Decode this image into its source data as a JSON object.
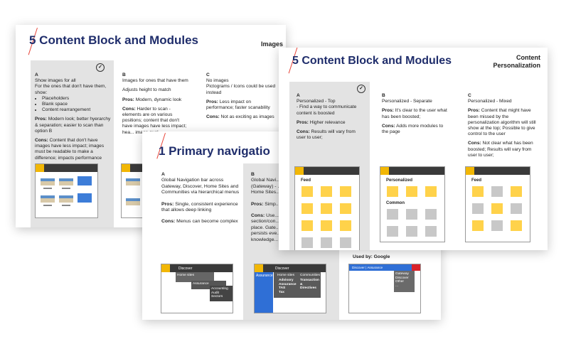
{
  "slide_images": {
    "title": "5 Content Block and Modules",
    "corner_label": "Images",
    "col_a": {
      "letter": "A",
      "intro": "Show images for all",
      "intro2": "For the ones that don't have them, show:",
      "bullets": [
        "Placeholders",
        "Blank space",
        "Content rearrangement"
      ],
      "pros_label": "Pros:",
      "pros": "Modern look; better hyerarchy & separation; easier to scan than option B",
      "cons_label": "Cons:",
      "cons": "Content that don't have images have less impact; images must be readable to make a difference; impacts performance"
    },
    "col_b": {
      "letter": "B",
      "intro": "Images for ones that have them",
      "adjust": "Adjusts height to match",
      "pros_label": "Pros:",
      "pros": "Modern, dynamic look",
      "cons_label": "Cons:",
      "cons": "Harder to scan - elements are on various positions; content that don't have images have less impact; hea... image qual..."
    },
    "col_c": {
      "letter": "C",
      "intro": "No images",
      "intro2": "Pictograms / Icons could be used instead",
      "pros_label": "Pros:",
      "pros": "Less impact on performance; faster scanability",
      "cons_label": "Cons:",
      "cons": "Not as exciting as images"
    }
  },
  "slide_personalization": {
    "title": "5 Content Block and Modules",
    "corner_label_1": "Content",
    "corner_label_2": "Personalization",
    "col_a": {
      "letter": "A",
      "heading": "Personalized - Top",
      "line2": "- Find a way to communicate content is boosted",
      "pros_label": "Pros:",
      "pros": "Higher relevance",
      "cons_label": "Cons:",
      "cons": "Results will vary from user to user;",
      "mock_label": "Feed"
    },
    "col_b": {
      "letter": "B",
      "heading": "Personalized - Separate",
      "pros_label": "Pros:",
      "pros": "It's clear to the user what has been boosted;",
      "cons_label": "Cons:",
      "cons": "Adds more modules to the page",
      "mock_label_1": "Personalized",
      "mock_label_2": "Common"
    },
    "col_c": {
      "letter": "C",
      "heading": "Personalized - Mixed",
      "pros_label": "Pros:",
      "pros": "Content that might have been missed by the personalization algorithm will still show at the top; Possible to give control to the user",
      "cons_label": "Cons:",
      "cons": "Not clear what has been boosted; Results will vary from user to user;",
      "mock_label": "Feed"
    }
  },
  "slide_nav": {
    "title": "1 Primary navigatio",
    "col_a": {
      "letter": "A",
      "body": "Global Navigation bar across Gateway, Discover, Home Sites and Communities via hierarchical menus",
      "pros_label": "Pros:",
      "pros": "Single, consistent experience that allows deep linking",
      "cons_label": "Cons:",
      "cons": "Menus can become complex",
      "mock": {
        "bar_item": "Discover",
        "menu1": "Home sites",
        "menu2": "Assurance",
        "menu3": [
          "Accounting",
          "Audit",
          "Sectors"
        ]
      }
    },
    "col_b": {
      "letter": "B",
      "body": "Global Navi... (Gateway) - ... Home Sites...",
      "pros_label": "Pros:",
      "pros": "Simp...",
      "cons_label": "Cons:",
      "cons": "Use... section/con... place. Gate... persists eve... knowledge...",
      "mock": {
        "bar_item": "Discover",
        "side_item": "Assurance",
        "menu_home": "Home sites",
        "menu_comm": "Communities",
        "sub1": [
          "Advisory",
          "Assurance",
          "TAS",
          "Tax"
        ],
        "sub2": [
          "Transaction",
          "&",
          "Directives"
        ]
      }
    },
    "col_c": {
      "used_by": "Used by: Google",
      "mock": {
        "bar_text": "Discover  |  Assurance",
        "menu": [
          "Gateway",
          "Discover",
          "Other",
          "..."
        ]
      }
    }
  }
}
